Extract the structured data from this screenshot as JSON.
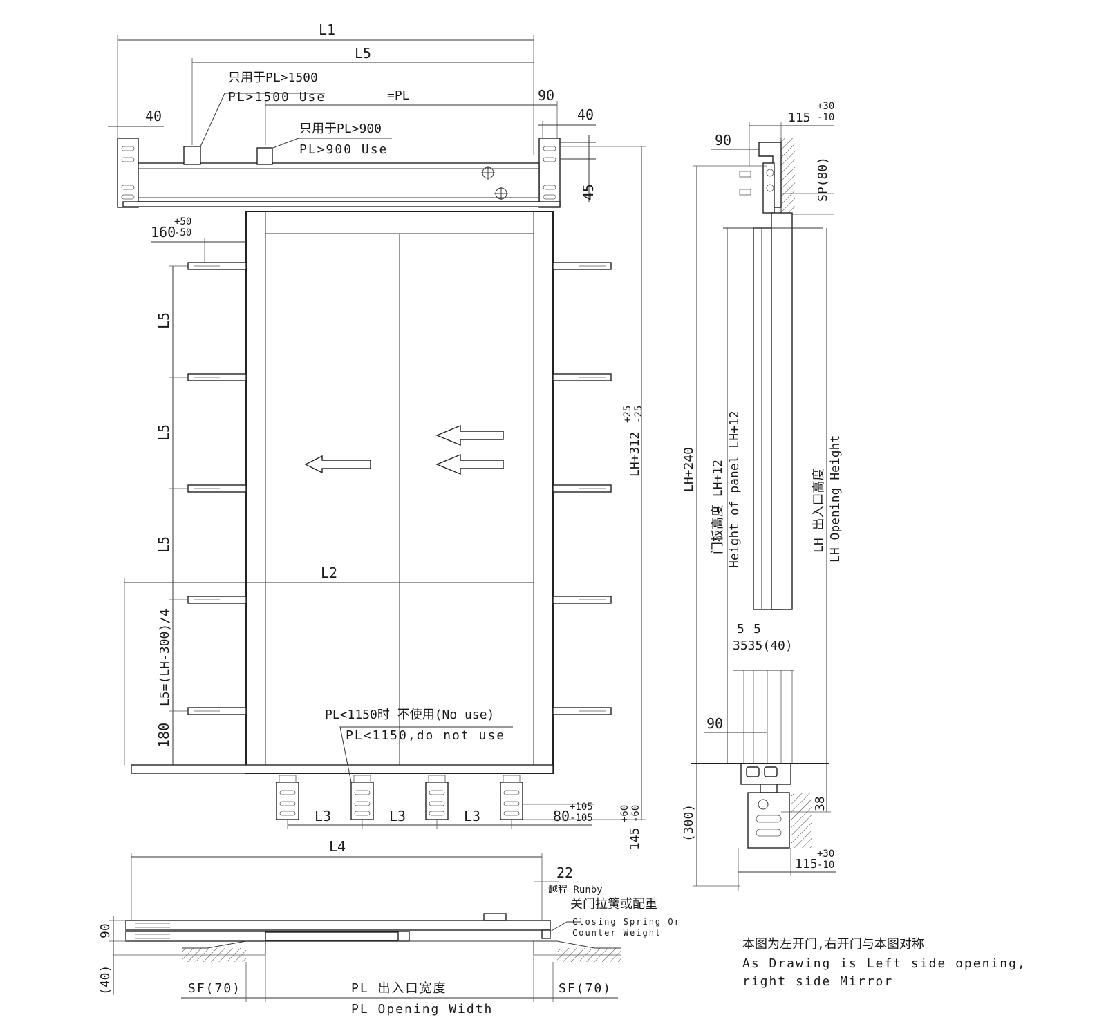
{
  "front_view": {
    "dims": {
      "L1": "L1",
      "L5_top": "L5",
      "eq_PL": "=PL",
      "d40_left": "40",
      "d90_top": "90",
      "d40_right": "40",
      "d45": "45",
      "d160": "160",
      "tol160_up": "+50",
      "tol160_dn": "-50",
      "L5_a": "L5",
      "L5_b": "L5",
      "L5_c": "L5",
      "L5_formula": "L5=(LH-300)/4",
      "d180": "180",
      "L2": "L2",
      "LH312": "LH+312",
      "tolLH_up": "+25",
      "tolLH_dn": "-25",
      "L3_a": "L3",
      "L3_b": "L3",
      "L3_c": "L3",
      "d80": "80",
      "tol80_up": "+105",
      "tol80_dn": "-105",
      "d145": "145",
      "tol145_up": "+60",
      "tol145_dn": "-60"
    },
    "notes": {
      "pl1500_cn": "只用于PL>1500",
      "pl1500_en": "PL>1500 Use",
      "pl900_cn": "只用于PL>900",
      "pl900_en": "PL>900 Use",
      "pl1150_cn": "PL<1150时 不使用(No use)",
      "pl1150_en": "PL<1150,do not use"
    }
  },
  "plan_view": {
    "L4": "L4",
    "d22": "22",
    "runby": "越程 Runby",
    "spring_cn": "关门拉簧或配重",
    "spring_en1": "Closing Spring Or",
    "spring_en2": "Counter Weight",
    "d90": "90",
    "d40": "(40)",
    "sf_left": "SF(70)",
    "sf_right": "SF(70)",
    "pl_cn": "PL 出入口宽度",
    "pl_en": "PL Opening Width"
  },
  "side_view": {
    "d115_top": "115",
    "tol115_top_up": "+30",
    "tol115_top_dn": "-10",
    "d90_top": "90",
    "sp80": "SP(80)",
    "lh240": "LH+240",
    "panel_cn": "门板高度 LH+12",
    "panel_en": "Height of panel LH+12",
    "lh_cn": "LH 出入口高度",
    "lh_en": "LH Opening Height",
    "d5a": "5",
    "d5b": "5",
    "d35_row": "3535(40)",
    "d90_mid": "90",
    "d300": "(300)",
    "d38": "38",
    "d115_bot": "115",
    "tol115_bot_up": "+30",
    "tol115_bot_dn": "-10"
  },
  "note": {
    "cn": "本图为左开门,右开门与本图对称",
    "en1": "As Drawing is Left side opening,",
    "en2": "right side Mirror"
  }
}
